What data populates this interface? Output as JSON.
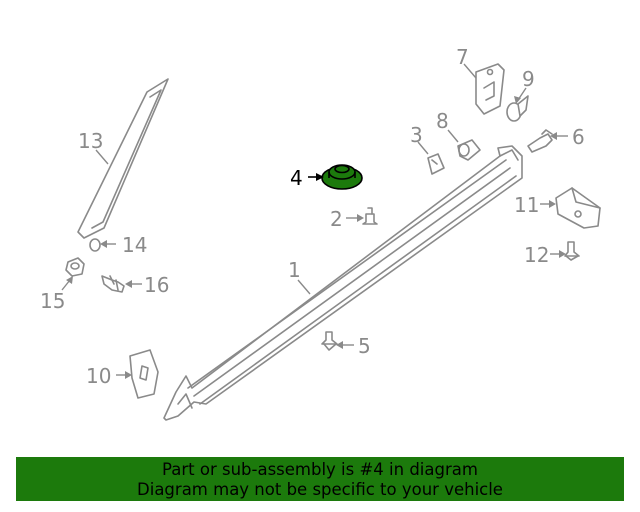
{
  "diagram": {
    "highlight_color": "#1c7a0c",
    "callouts": {
      "c1": "1",
      "c2": "2",
      "c3": "3",
      "c4": "4",
      "c5": "5",
      "c6": "6",
      "c7": "7",
      "c8": "8",
      "c9": "9",
      "c10": "10",
      "c11": "11",
      "c12": "12",
      "c13": "13",
      "c14": "14",
      "c15": "15",
      "c16": "16"
    },
    "highlighted_part": "4"
  },
  "banner": {
    "line1": "Part or sub-assembly is #4 in diagram",
    "line2": "Diagram may not be specific to your vehicle"
  }
}
